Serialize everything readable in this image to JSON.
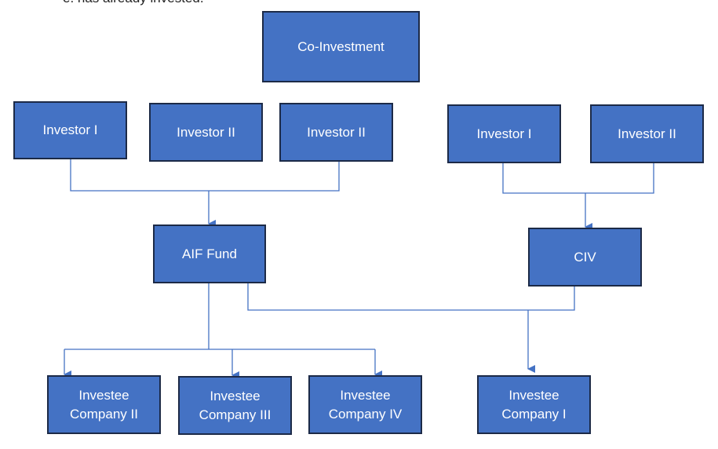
{
  "top_text": "e. has already invested.",
  "colors": {
    "box_fill": "#4472C4",
    "box_border": "#1C2A47",
    "connector": "#4472C4"
  },
  "nodes": {
    "co_investment": "Co-Investment",
    "investor_1_left": "Investor I",
    "investor_2_left_a": "Investor II",
    "investor_2_left_b": "Investor II",
    "investor_1_right": "Investor I",
    "investor_2_right": "Investor II",
    "aif_fund": "AIF Fund",
    "civ": "CIV",
    "investee_2": "Investee\nCompany II",
    "investee_3": "Investee\nCompany III",
    "investee_4": "Investee\nCompany IV",
    "investee_1": "Investee\nCompany I"
  }
}
